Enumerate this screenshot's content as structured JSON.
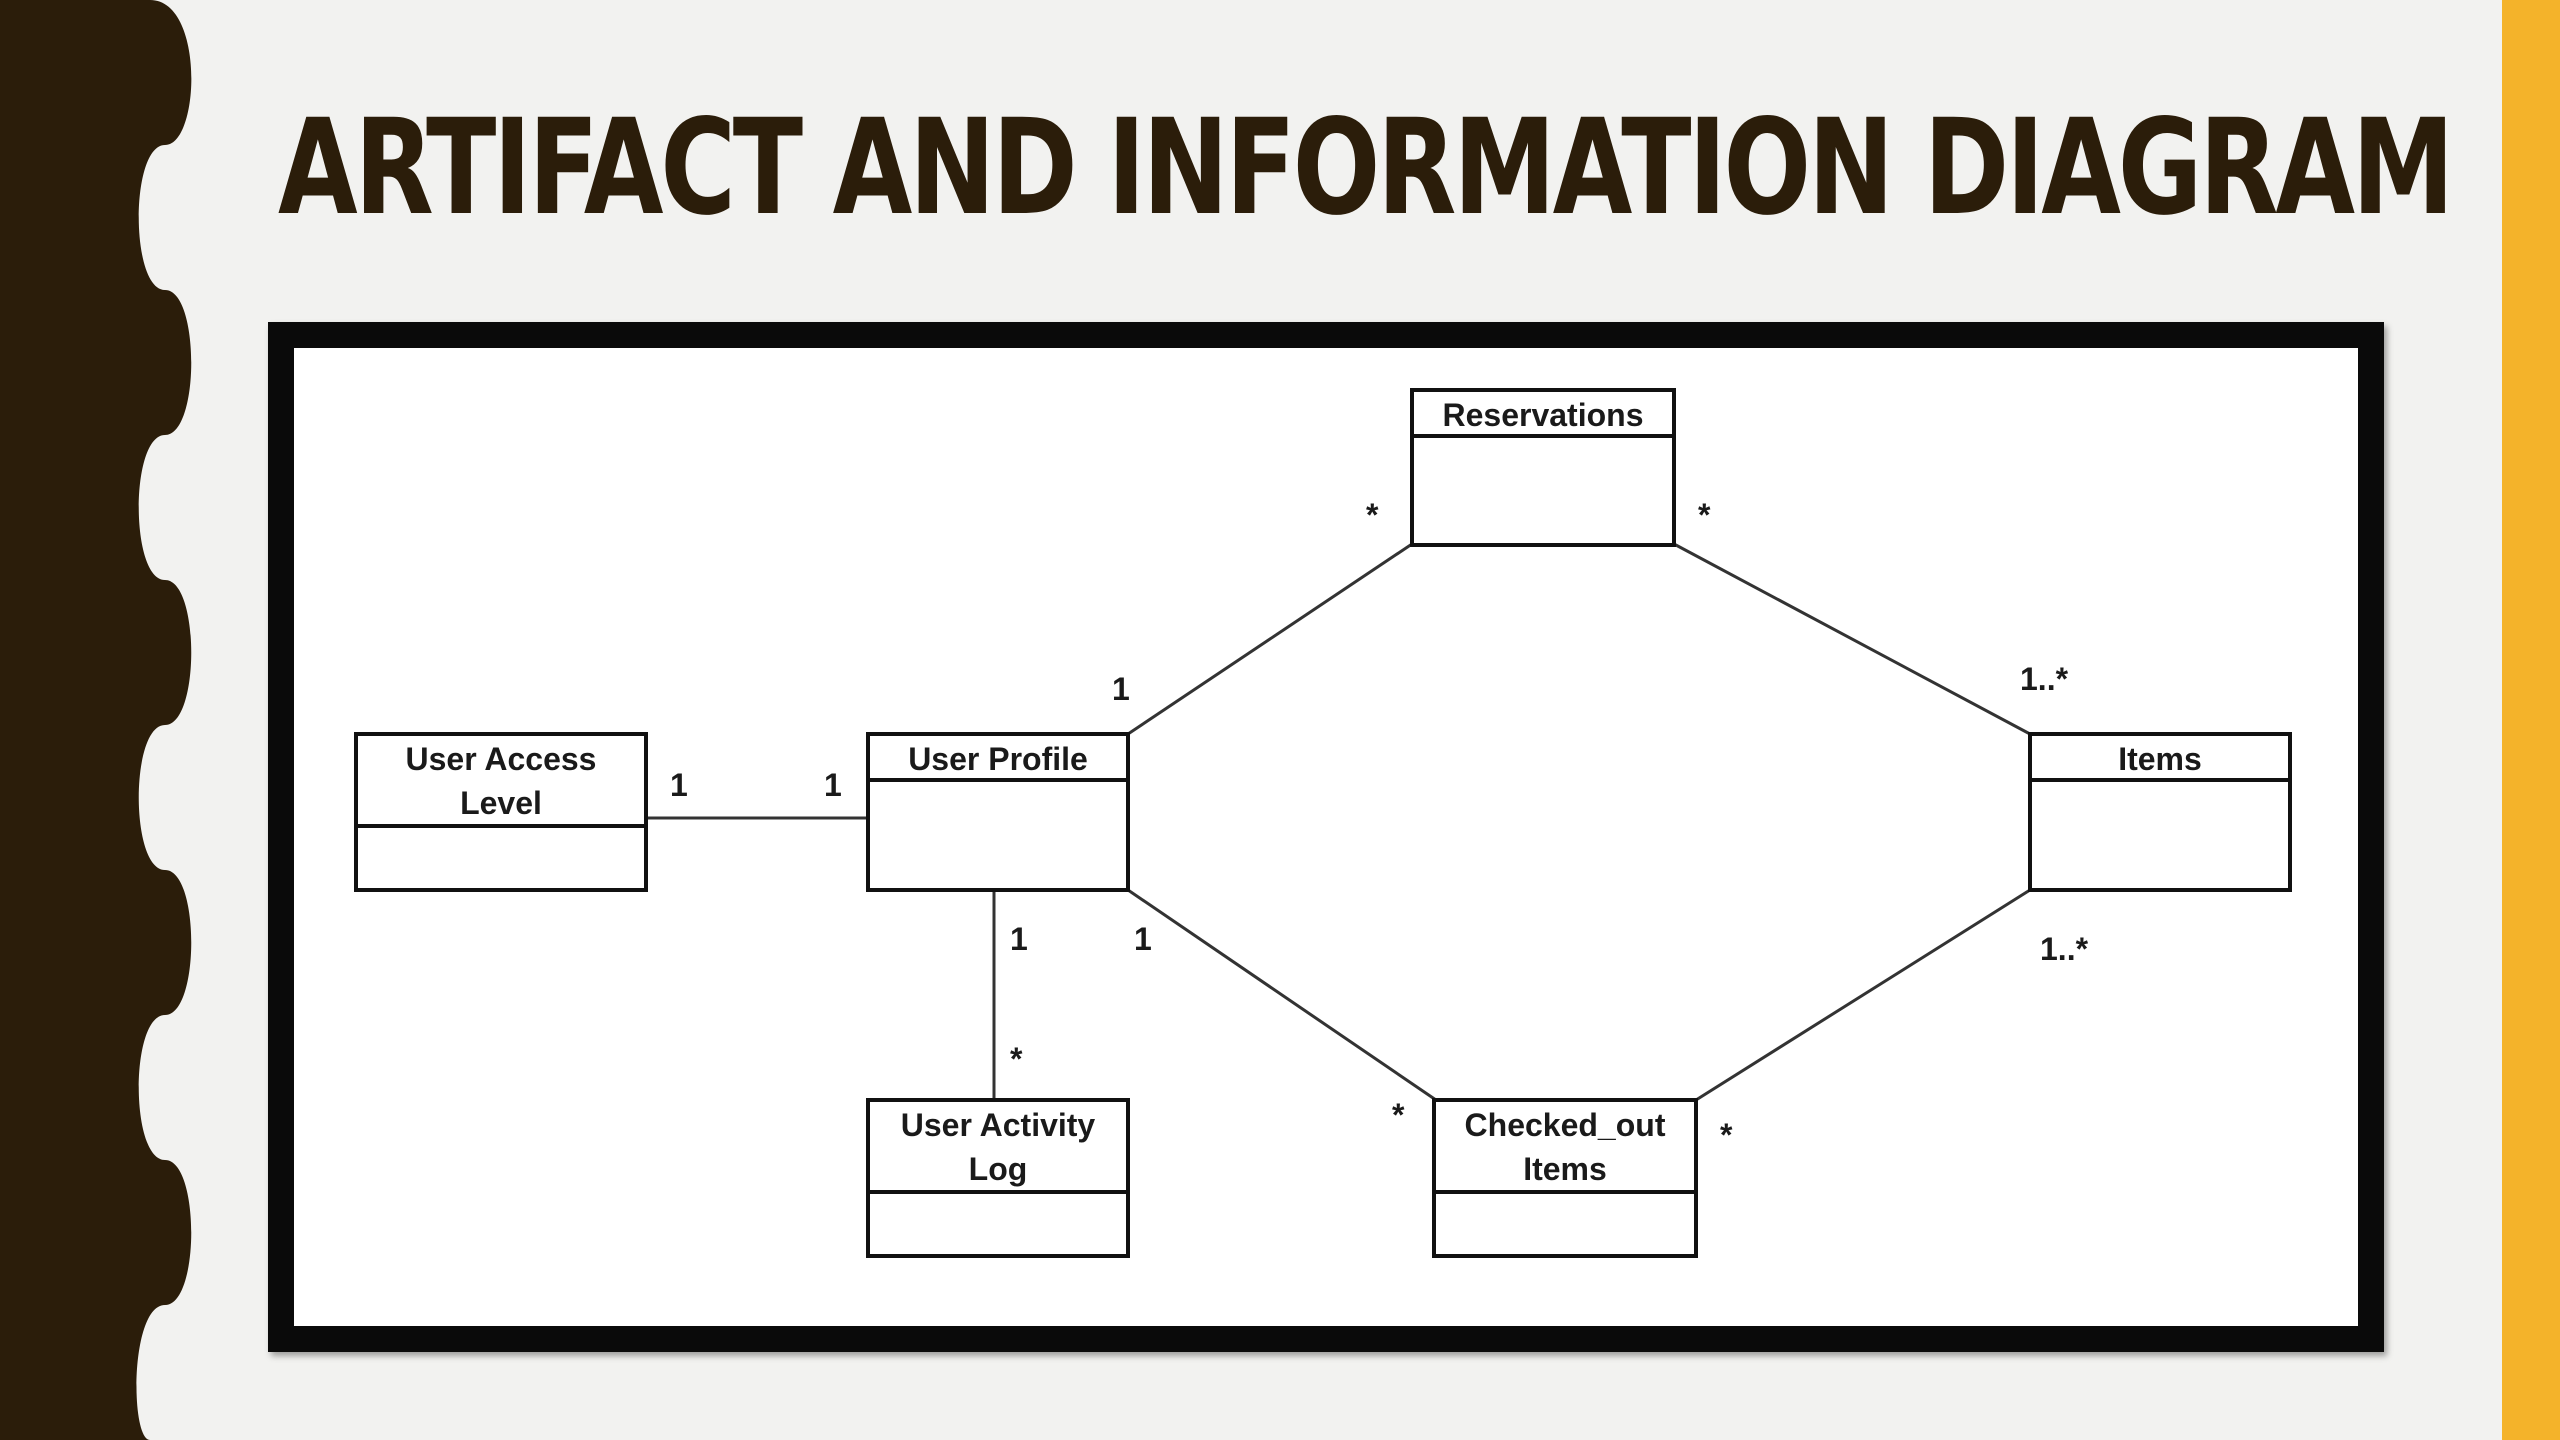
{
  "slide": {
    "title": "ARTIFACT AND INFORMATION DIAGRAM",
    "colors": {
      "left_band": "#2b1d0a",
      "right_band": "#f4b32a",
      "title": "#2b1d0a",
      "frame_border": "#0a0a0a",
      "canvas": "#ffffff"
    }
  },
  "diagram": {
    "classes": {
      "reservations": {
        "line1": "Reservations",
        "line2": ""
      },
      "user_access_level": {
        "line1": "User Access",
        "line2": "Level"
      },
      "user_profile": {
        "line1": "User Profile",
        "line2": ""
      },
      "items": {
        "line1": "Items",
        "line2": ""
      },
      "user_activity_log": {
        "line1": "User Activity",
        "line2": "Log"
      },
      "checked_out_items": {
        "line1": "Checked_out",
        "line2": "Items"
      }
    },
    "multiplicities": {
      "access_to_profile_left": "1",
      "access_to_profile_right": "1",
      "profile_to_reservations_profile_end": "1",
      "profile_to_reservations_reservations_end": "*",
      "reservations_to_items_reservations_end": "*",
      "reservations_to_items_items_end": "1..*",
      "profile_to_activity_profile_end": "1",
      "profile_to_activity_log_end": "*",
      "profile_to_checked_profile_end": "1",
      "profile_to_checked_checked_end": "*",
      "checked_to_items_checked_end": "*",
      "checked_to_items_items_end": "1..*"
    }
  }
}
